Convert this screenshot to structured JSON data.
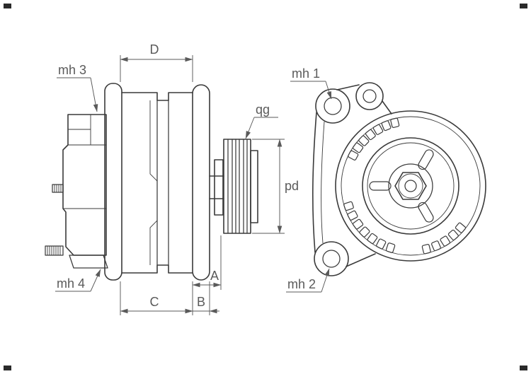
{
  "drawing": {
    "colors": {
      "line": "#3a3a3a",
      "label": "#5a5a5a",
      "background": "#ffffff"
    },
    "side_view": {
      "dimensions": {
        "d": "D",
        "a": "A",
        "b": "B",
        "c": "C",
        "pd": "pd",
        "qg": "qg"
      },
      "callouts": {
        "mh3": "mh 3",
        "mh4": "mh 4"
      }
    },
    "front_view": {
      "callouts": {
        "mh1": "mh 1",
        "mh2": "mh 2"
      }
    }
  }
}
